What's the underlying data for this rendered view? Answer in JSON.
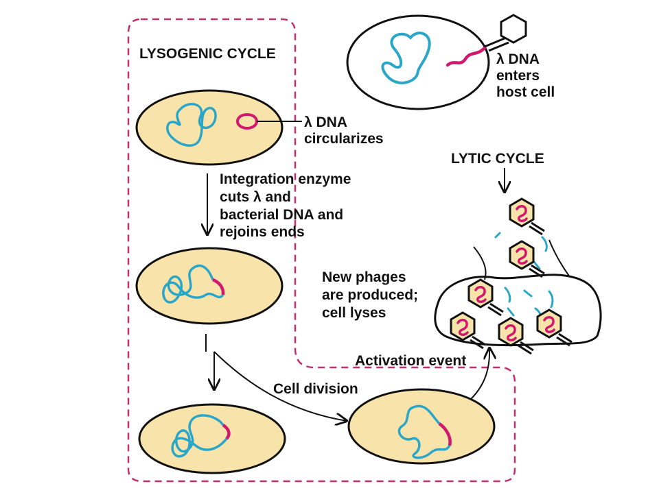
{
  "labels": {
    "lysogenic_title": "LYSOGENIC CYCLE",
    "lytic_title": "LYTIC CYCLE",
    "enters": [
      "λ DNA",
      "enters",
      "host cell"
    ],
    "circularizes": [
      "λ DNA",
      "circularizes"
    ],
    "integration": [
      "Integration enzyme",
      "cuts λ and",
      "bacterial DNA and",
      "rejoins ends"
    ],
    "new_phages": [
      "New phages",
      "are produced;",
      "cell lyses"
    ],
    "activation": "Activation event",
    "cell_division": "Cell division"
  },
  "colors": {
    "cell_fill": "#f8e3aa",
    "bacterial_dna": "#2aa6c9",
    "phage_dna": "#d2186e",
    "boundary": "#c0306e",
    "ink": "#111111"
  },
  "icons": {
    "phage": "phage-icon",
    "arrow": "arrow-icon"
  }
}
